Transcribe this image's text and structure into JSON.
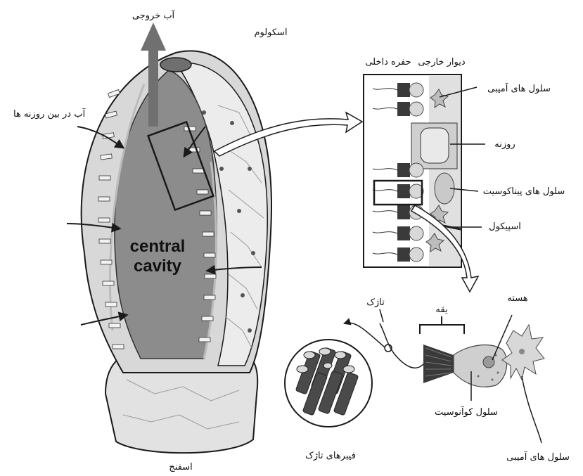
{
  "labels": {
    "outflow_water": "آب خروجی",
    "osculum": "اسکولوم",
    "water_between_pores": "آب در بین روزنه ها",
    "central_cavity_line1": "central",
    "central_cavity_line2": "cavity",
    "sponge": "اسفنج",
    "inner_cavity": "حفره داخلی",
    "outer_wall": "دیوار خارجی",
    "amoebocytes_top": "سلول های آمیبی",
    "pore": "روزنه",
    "pinacocytes": "سلول های پیناکوسیت",
    "spicule": "اسپیکول",
    "nucleus": "هسته",
    "collar": "یقه",
    "flagellum": "تاژک",
    "choanocyte": "سلول کوآنوسیت",
    "flagellum_fibers": "فیبرهای تاژک",
    "amoebocytes_bottom": "سلول های آمیبی"
  },
  "colors": {
    "cavity": "#8c8c8c",
    "body": "#d4d4d4",
    "wall": "#e6e6e6",
    "outline": "#1a1a1a",
    "arrow": "#707070"
  }
}
